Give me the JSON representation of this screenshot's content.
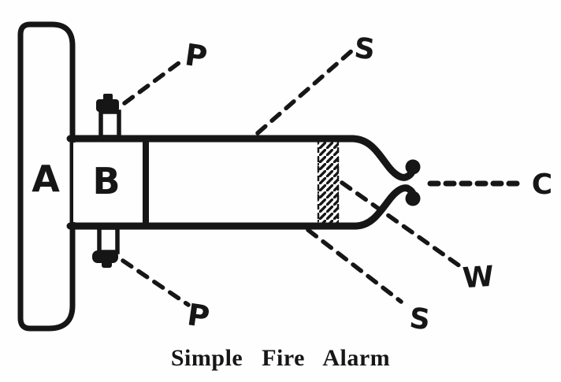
{
  "figure": {
    "caption": "Simple Fire Alarm",
    "labels": {
      "backboard": "A",
      "base_box": "B",
      "post_top": "P",
      "post_bottom": "P",
      "shell_top": "S",
      "shell_bottom": "S",
      "wax": "W",
      "contact": "C"
    },
    "colors": {
      "ink": "#161616",
      "paper": "#fefefe"
    }
  }
}
